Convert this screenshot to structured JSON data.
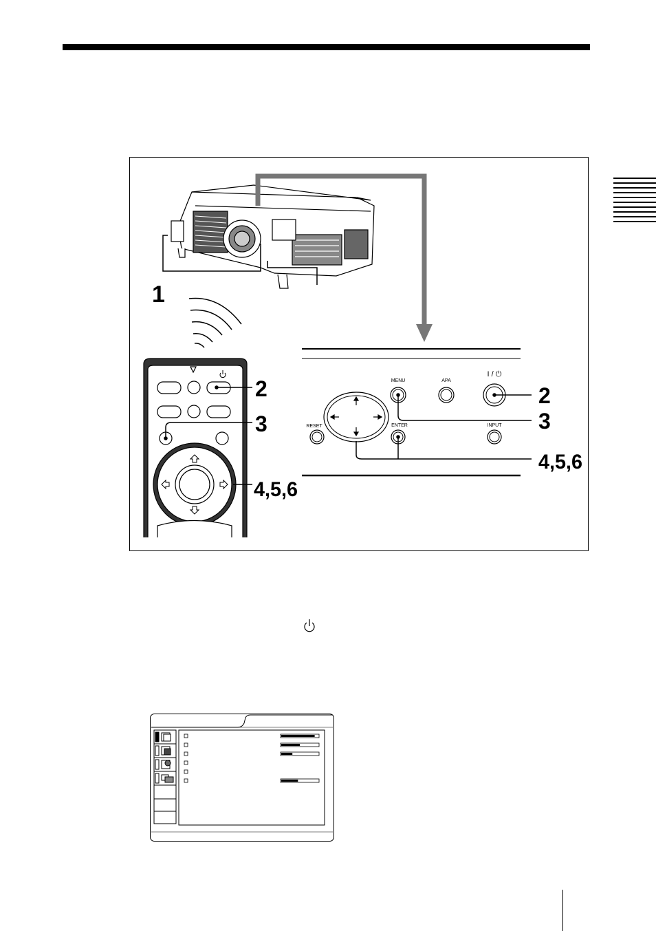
{
  "figure": {
    "callouts": {
      "one": "1",
      "two_remote": "2",
      "three_remote": "3",
      "four_remote": "4,5,6",
      "two_panel": "2",
      "three_panel": "3",
      "four_panel": "4,5,6"
    },
    "panel_buttons": {
      "menu": "MENU",
      "apa": "APA",
      "power": "I / ⏻",
      "reset": "RESET",
      "enter": "ENTER",
      "input": "INPUT"
    }
  },
  "icons": {
    "power": "power-icon",
    "remote_arrows": "arrow-icons",
    "menu_tabs": "menu-tab-icons"
  },
  "menu_screen": {
    "sliders": [
      {
        "level": 0.9
      },
      {
        "level": 0.5
      },
      {
        "level": 0.3
      },
      null,
      null,
      {
        "level": 0.45
      }
    ]
  }
}
